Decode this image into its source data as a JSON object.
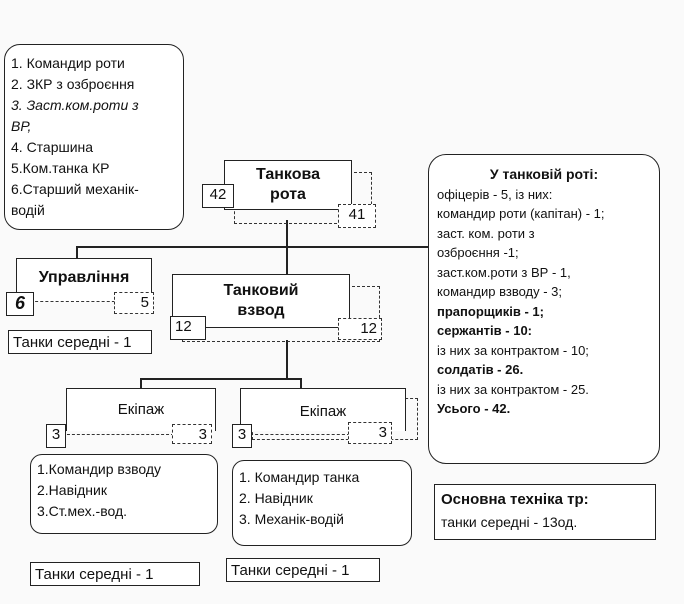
{
  "command_box": {
    "items": [
      "1. Командир роти",
      "2. ЗКР з озброєння",
      "3. Заст.ком.роти з",
      "ВР,",
      "4. Старшина",
      "5.Ком.танка КР",
      "6.Старший механік-",
      "водій"
    ]
  },
  "company": {
    "title_line1": "Танкова",
    "title_line2": "рота",
    "left_num": "42",
    "right_num": "41"
  },
  "management": {
    "title": "Управління",
    "left_num": "6",
    "right_num": "5",
    "tanks": "Танки середні - 1"
  },
  "platoon": {
    "title_line1": "Танковий",
    "title_line2": "взвод",
    "left_num": "12",
    "right_num": "12"
  },
  "crew1": {
    "title": "Екіпаж",
    "left_num": "3",
    "right_num": "3",
    "members": [
      "1.Командир взводу",
      "2.Навідник",
      "3.Ст.мех.-вод."
    ],
    "tanks": "Танки середні - 1"
  },
  "crew2": {
    "title": "Екіпаж",
    "left_num": "3",
    "right_num": "3",
    "members": [
      "1. Командир танка",
      "2. Навідник",
      "3. Механік-водій"
    ],
    "tanks": "Танки середні - 1"
  },
  "summary": {
    "heading": "У танковій роті:",
    "lines": [
      "офіцерів - 5, із них:",
      "командир роти (капітан) - 1;",
      "заст. ком. роти з",
      "озброєння -1;",
      "заст.ком.роти з ВР - 1,",
      "командир взводу  - 3;",
      "прапорщиків - 1;",
      "сержантів - 10:",
      "із них за контрактом - 10;",
      "солдатів - 26.",
      "із них за контрактом - 25.",
      "Усього - 42."
    ]
  },
  "equipment": {
    "title": "Основна техніка тр:",
    "value": "танки  середні - 13од."
  }
}
